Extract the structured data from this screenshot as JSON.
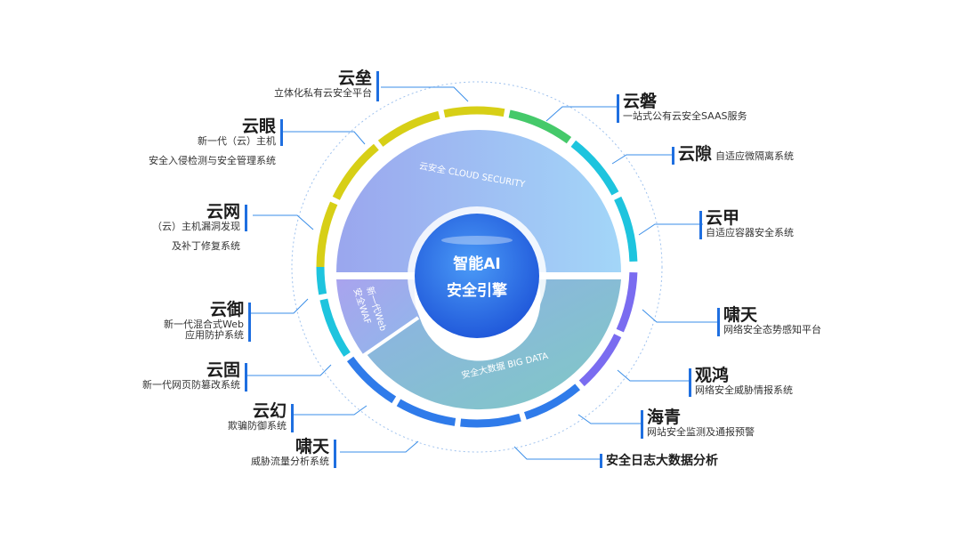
{
  "center": {
    "line1": "智能AI",
    "line2": "安全引擎"
  },
  "sectors": {
    "cloud": "云安全  CLOUD SECURITY",
    "bigdata": "安全大数据  BIG DATA",
    "waf_line1": "新一代Web",
    "waf_line2": "安全WAF"
  },
  "left_labels": [
    {
      "title": "云垒",
      "sub": "立体化私有云安全平台"
    },
    {
      "title": "云眼",
      "sub": "新一代（云）主机",
      "sub2": "安全入侵检测与安全管理系统"
    },
    {
      "title": "云网",
      "sub": "（云）主机漏洞发现",
      "sub2": "及补丁修复系统"
    },
    {
      "title": "云御",
      "sub": "新一代混合式Web",
      "sub2": "应用防护系统"
    },
    {
      "title": "云固",
      "sub": "新一代网页防篡改系统"
    },
    {
      "title": "云幻",
      "sub": "欺骗防御系统"
    },
    {
      "title": "啸天",
      "sub": "威胁流量分析系统"
    }
  ],
  "right_labels": [
    {
      "title": "云磐",
      "sub": "一站式公有云安全SAAS服务"
    },
    {
      "title": "云隙",
      "sub": "自适应微隔离系统"
    },
    {
      "title": "云甲",
      "sub": "自适应容器安全系统"
    },
    {
      "title": "啸天",
      "sub": "网络安全态势感知平台"
    },
    {
      "title": "观鸿",
      "sub": "网络安全威胁情报系统"
    },
    {
      "title": "海青",
      "sub": "网站安全监测及通报预警"
    },
    {
      "title": "安全日志大数据分析"
    }
  ],
  "colors": {
    "accent": "#1f6fe0",
    "ring_yellow": "#d7cf16",
    "ring_green": "#45c96a",
    "ring_cyan": "#1ec4de",
    "ring_blue": "#2f7bea",
    "ring_purple": "#7a6cf0"
  }
}
